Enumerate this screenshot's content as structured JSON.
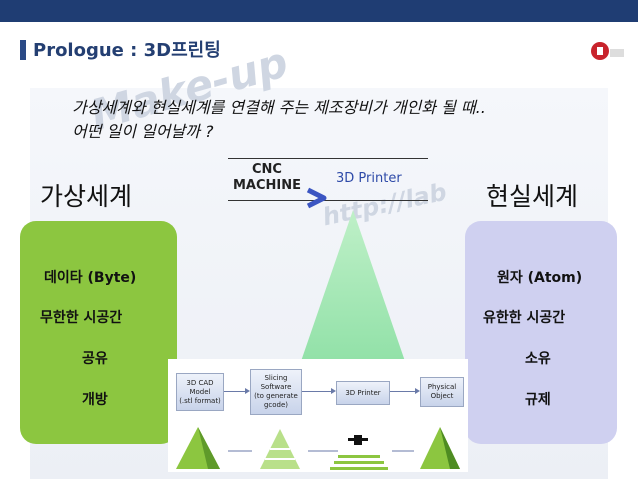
{
  "header": {
    "title": "Prologue : 3D프린팅"
  },
  "question": {
    "line1": "가상세계와 현실세계를 연결해 주는 제조장비가 개인화 될 때..",
    "line2": "어떤 일이 일어날까 ?"
  },
  "headings": {
    "virtual": "가상세계",
    "real": "현실세계"
  },
  "connector": {
    "cnc_line1": "CNC",
    "cnc_line2": "MACHINE",
    "printer": "3D Printer"
  },
  "left_panel": {
    "items": [
      "데이타 (Byte)",
      "무한한 시공간",
      "공유",
      "개방"
    ]
  },
  "right_panel": {
    "items": [
      "원자 (Atom)",
      "유한한 시공간",
      "소유",
      "규제"
    ]
  },
  "flow": {
    "step1": [
      "3D CAD",
      "Model",
      "(.stl format)"
    ],
    "step2": [
      "Slicing",
      "Software",
      "(to generate",
      "gcode)"
    ],
    "step3": [
      "3D Printer"
    ],
    "step4": [
      "Physical",
      "Object"
    ]
  },
  "colors": {
    "topbar": "#1f3d73",
    "title": "#243f72",
    "left_panel": "#8cc640",
    "right_panel": "#cfd0f0",
    "accent_blue": "#2e4aa8"
  },
  "icons": {
    "logo": "logo-mark",
    "arrow": "chevron-right-icon",
    "printhead": "printhead-icon"
  }
}
